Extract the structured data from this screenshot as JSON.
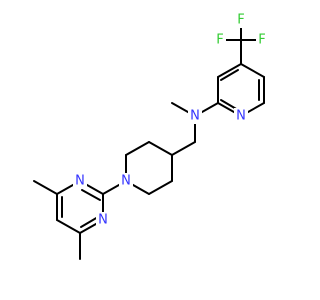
{
  "molecule": {
    "atoms": {
      "F_left": {
        "symbol": "F",
        "color": "#33cc33"
      },
      "F_top": {
        "symbol": "F",
        "color": "#33cc33"
      },
      "F_right": {
        "symbol": "F",
        "color": "#33cc33"
      },
      "N_amine": {
        "symbol": "N",
        "color": "#3333ff"
      },
      "N_pyridine": {
        "symbol": "N",
        "color": "#3333ff"
      },
      "N_piperidine": {
        "symbol": "N",
        "color": "#3333ff"
      },
      "N_pyrimidine_top": {
        "symbol": "N",
        "color": "#3333ff"
      },
      "N_pyrimidine_bottom": {
        "symbol": "N",
        "color": "#3333ff"
      }
    },
    "bond_color": "#000000"
  }
}
